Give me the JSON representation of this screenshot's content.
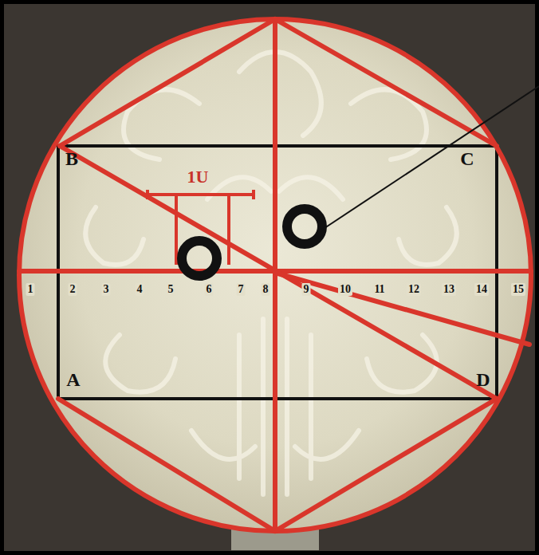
{
  "diagram": {
    "labels": [
      "B",
      "C",
      "1U",
      "1",
      "2",
      "3",
      "4",
      "5",
      "6",
      "7",
      "8",
      "9",
      "10",
      "11",
      "12",
      "13",
      "14",
      "15",
      "A",
      "D"
    ]
  }
}
